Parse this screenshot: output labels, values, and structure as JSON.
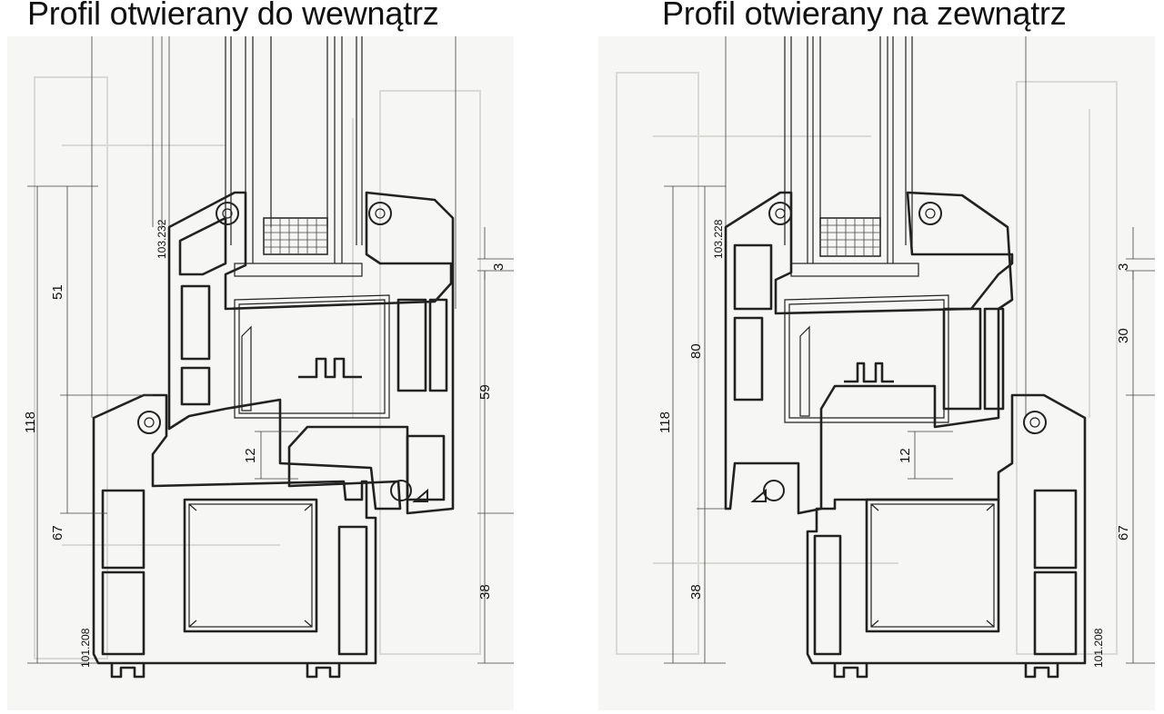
{
  "titles": {
    "left": "Profil otwierany do wewnątrz",
    "right": "Profil otwierany na zewnątrz"
  },
  "left_profile": {
    "sash_code": "103.232",
    "frame_code": "101.208",
    "dimensions": {
      "total": "118",
      "upper": "51",
      "lower": "67",
      "glazing_gap": "3",
      "sash_height": "59",
      "overlap": "12",
      "frame_height": "38"
    }
  },
  "right_profile": {
    "sash_code": "103.228",
    "frame_code": "101.208",
    "dimensions": {
      "total": "118",
      "upper": "80",
      "lower": "38",
      "glazing_gap": "3",
      "sash_height": "30",
      "overlap": "12",
      "frame_height": "67"
    }
  },
  "colors": {
    "background": "#ffffff",
    "panel": "#f6f6f4",
    "line": "#222222"
  }
}
